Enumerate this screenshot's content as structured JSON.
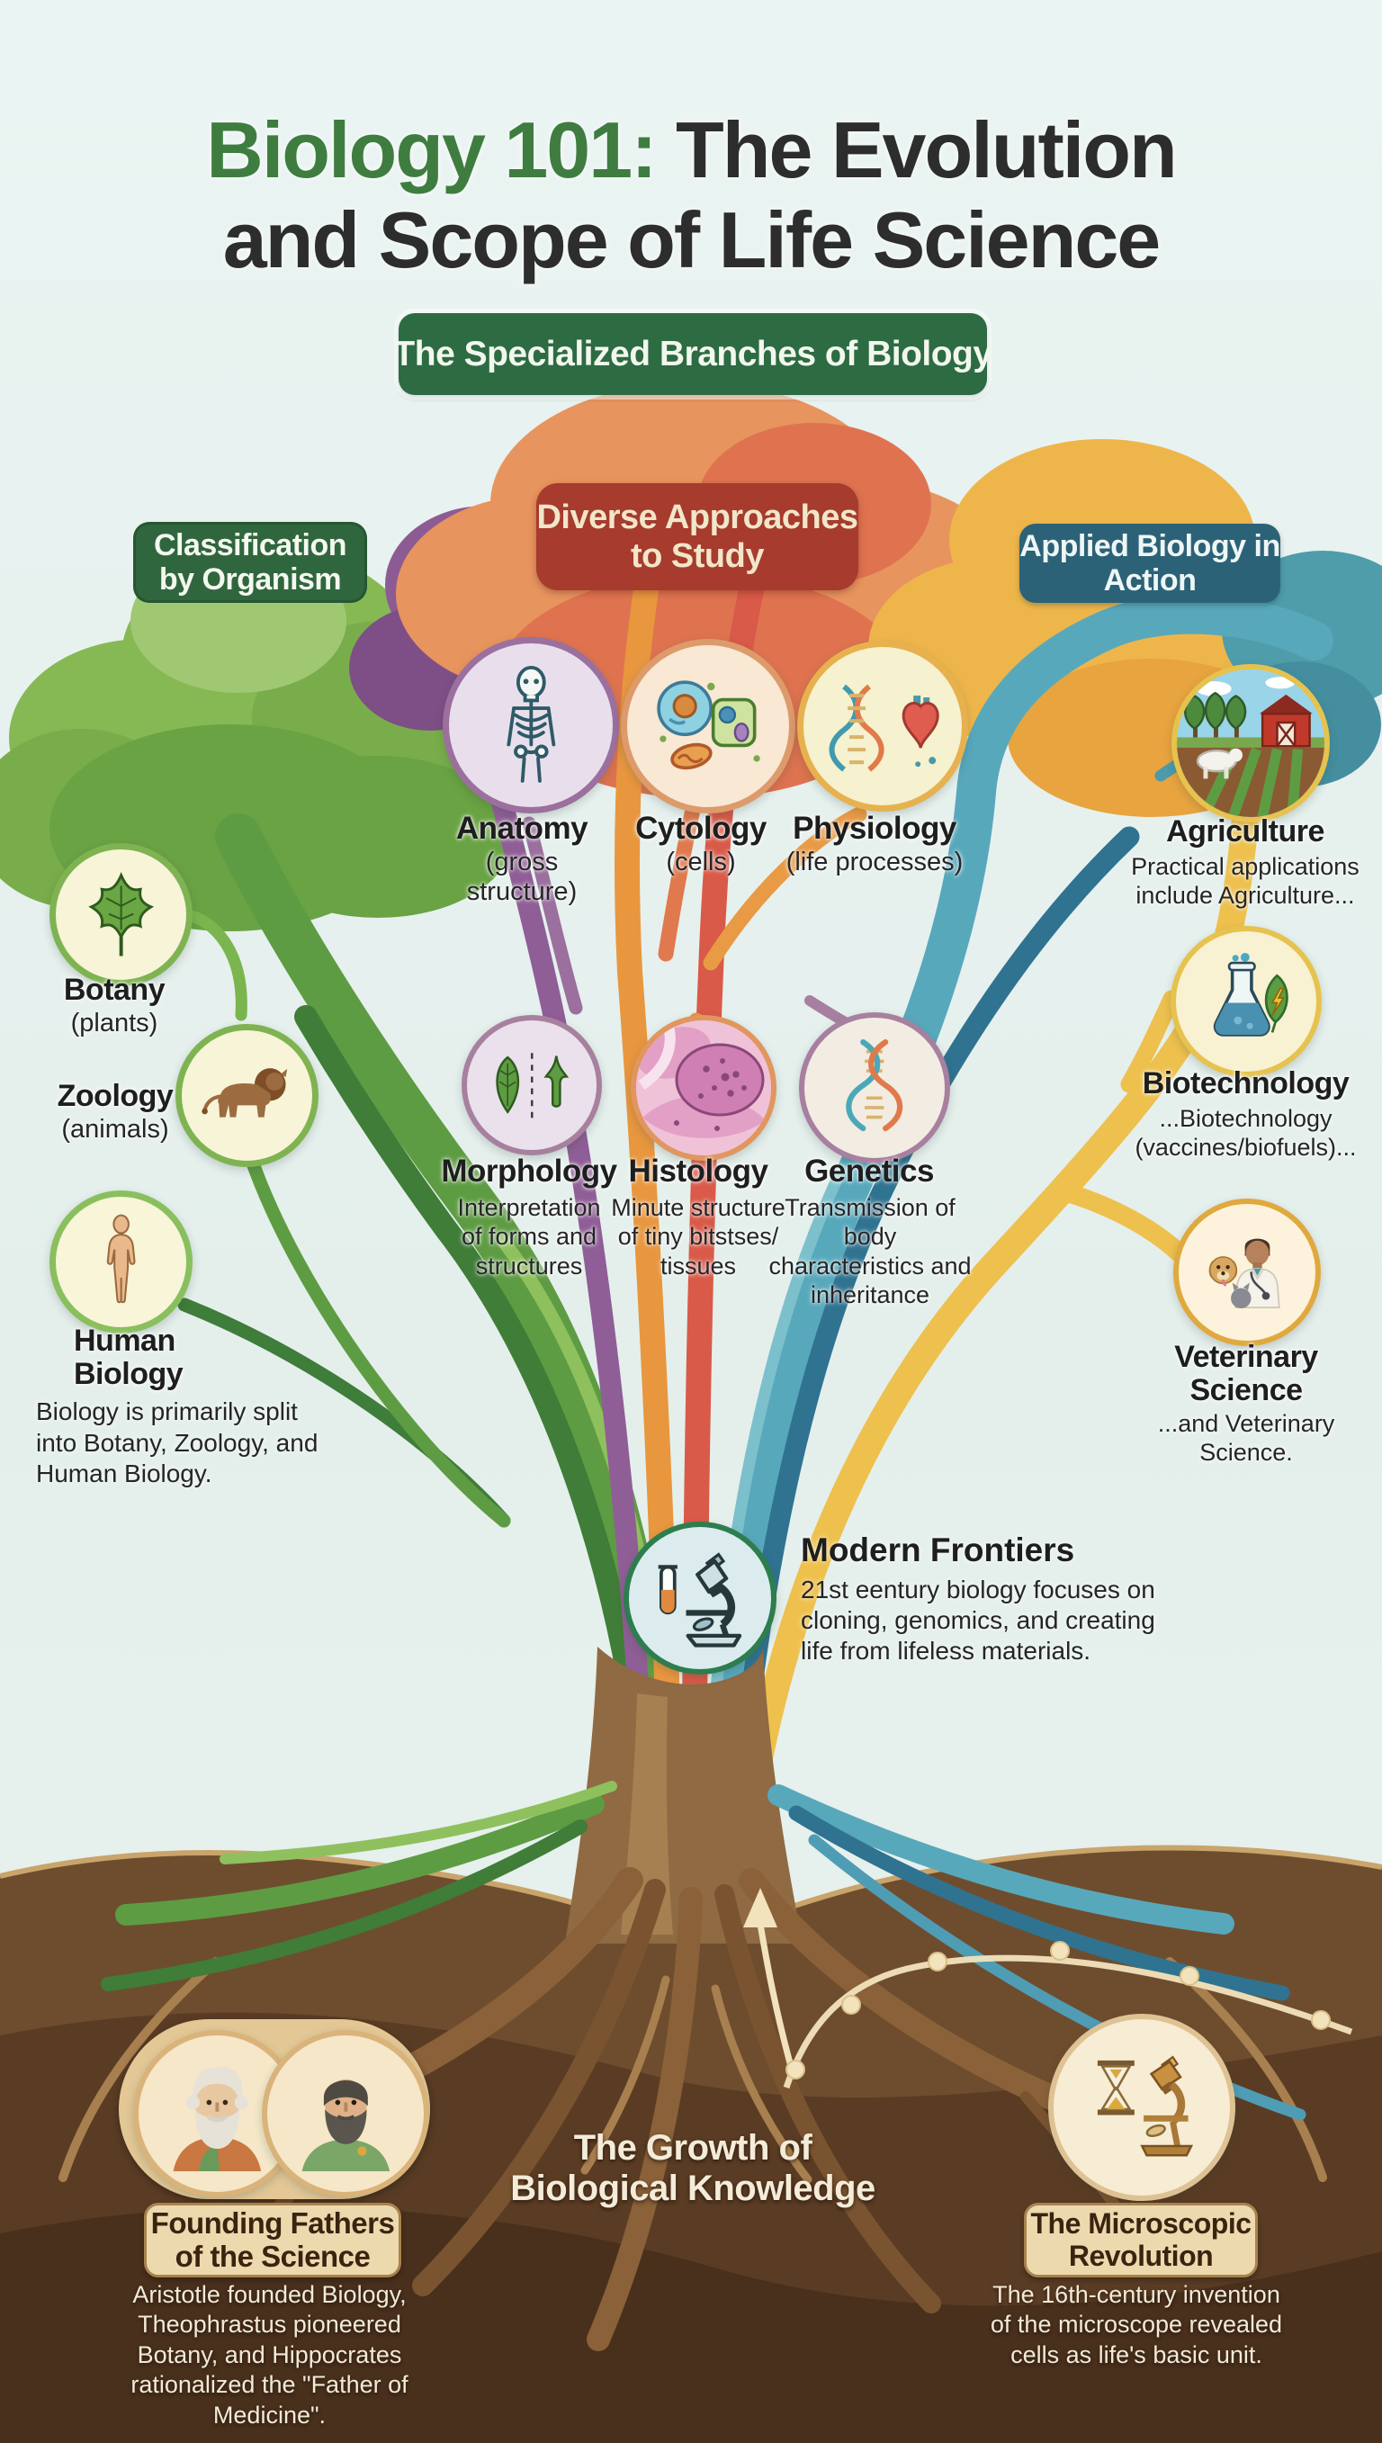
{
  "title": {
    "green_part": "Biology 101:",
    "dark_part": "The Evolution",
    "line2": "and Scope of Life Science"
  },
  "banners": {
    "specialized": "The Specialized Branches of Biology",
    "diverse": "Diverse Approaches to Study",
    "classification": "Classification by Organism",
    "applied": "Applied Biology in Action"
  },
  "approach_branch": {
    "row1": [
      {
        "name": "Anatomy",
        "sub": "(gross structure)",
        "icon": "skeleton-icon"
      },
      {
        "name": "Cytology",
        "sub": "(cells)",
        "icon": "cells-icon"
      },
      {
        "name": "Physiology",
        "sub": "(life processes)",
        "icon": "dna-heart-icon"
      }
    ],
    "row2": [
      {
        "name": "Morphology",
        "desc": "Interpretation of forms and structures",
        "icon": "leaves-icon"
      },
      {
        "name": "Histology",
        "desc": "Minute structure of tiny bitstses/ tissues",
        "icon": "tissue-icon"
      },
      {
        "name": "Genetics",
        "desc": "Transmission of body characteristics and inheritance",
        "icon": "dna-icon"
      }
    ]
  },
  "organism_branch": {
    "items": [
      {
        "name": "Botany",
        "sub": "(plants)",
        "icon": "leaf-icon"
      },
      {
        "name": "Zoology",
        "sub": "(animals)",
        "icon": "lion-icon"
      },
      {
        "name": "Human Biology",
        "sub": "",
        "icon": "human-icon"
      }
    ],
    "note": "Biology is primarily split into Botany, Zoology, and Human Biology."
  },
  "applied_branch": {
    "items": [
      {
        "name": "Agriculture",
        "desc": "Practical applications include Agriculture...",
        "icon": "farm-icon"
      },
      {
        "name": "Biotechnology",
        "desc": "...Biotechnology (vaccines/biofuels)...",
        "icon": "flask-leaf-icon"
      },
      {
        "name": "Veterinary Science",
        "desc": "...and Veterinary Science.",
        "icon": "vet-icon"
      }
    ]
  },
  "modern_frontiers": {
    "title": "Modern Frontiers",
    "desc": "21st eentury biology focuses on cloning, genomics, and creating life from lifeless materials.",
    "icon": "microscope-icon"
  },
  "roots_section": {
    "growth_title": "The Growth of Biological Knowledge",
    "founding": {
      "title": "Founding Fathers of the Science",
      "desc": "Aristotle founded Biology, Theophrastus pioneered Botany, and Hippocrates rationalized the \"Father of Medicine\".",
      "icon": "philosophers-icon"
    },
    "microscopic": {
      "title": "The Microscopic Revolution",
      "desc": "The 16th-century invention of the microscope revealed cells as life's basic unit.",
      "icon": "hourglass-microscope-icon"
    }
  },
  "colors": {
    "background": "#e6f0ee",
    "title_green": "#3e7d3f",
    "banner_green": "#2d6b42",
    "banner_red": "#a63b2e",
    "banner_teal": "#2c6277",
    "canopy_green": "#86b954",
    "canopy_orange": "#e8945f",
    "canopy_purple": "#8d5b94",
    "canopy_yellow": "#eeb64a",
    "canopy_teal": "#4f9cab",
    "soil_brown": "#6e4d2e",
    "root_tan": "#a87f4e",
    "timeline_cream": "#f2e3bd"
  }
}
